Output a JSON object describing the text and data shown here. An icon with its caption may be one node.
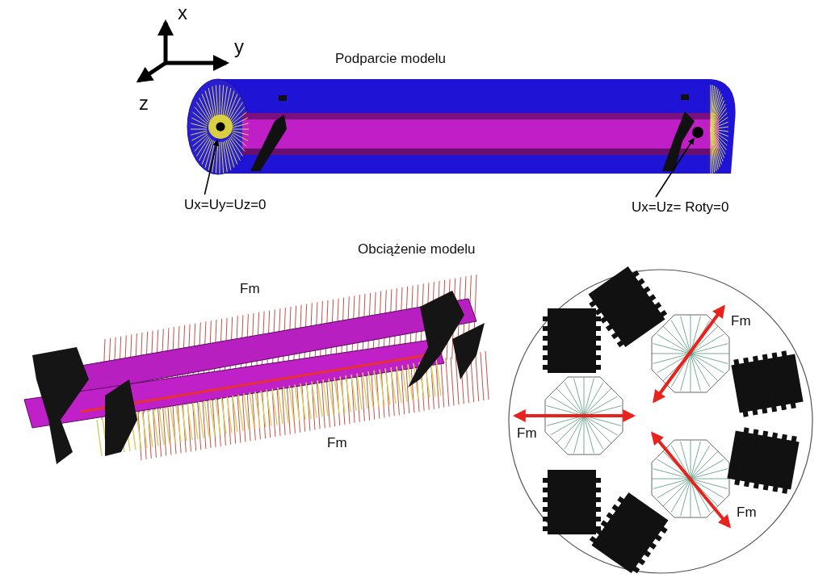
{
  "diagram": {
    "nodes": [
      {
        "text": [
          "Ux=Uy=Uz=0"
        ]
      },
      {
        "text": [],
        "shape": "circle"
      },
      {
        "text": [
          "Ux=Uz= Roty=0"
        ]
      },
      {
        "text": [],
        "shape": "circle"
      }
    ],
    "edges": [
      {
        "from": 0,
        "to": 1,
        "arrow": "to"
      },
      {
        "from": 2,
        "to": 3,
        "arrow": "to"
      }
    ],
    "labels": [
      "x",
      "y",
      "z",
      "Podparcie modelu",
      "Obciążenie modelu",
      "Fm",
      "Fm",
      "Fm",
      "Fm",
      "Fm"
    ]
  }
}
